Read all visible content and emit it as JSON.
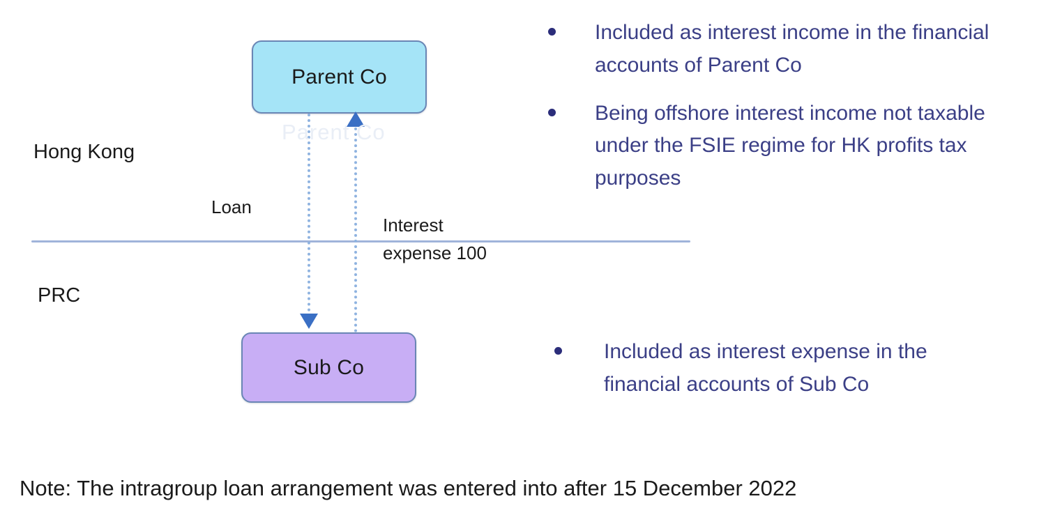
{
  "diagram": {
    "entities": [
      {
        "id": "parent",
        "label": "Parent Co",
        "fill": "#a5e4f7",
        "border": "#6a86b5"
      },
      {
        "id": "sub",
        "label": "Sub Co",
        "fill": "#c8aef5",
        "border": "#6a86b5"
      }
    ],
    "regions": [
      {
        "id": "hong-kong",
        "label": "Hong Kong"
      },
      {
        "id": "prc",
        "label": "PRC"
      }
    ],
    "flows": [
      {
        "id": "loan",
        "label": "Loan",
        "direction": "parent-to-sub",
        "color": "#3a6fc4"
      },
      {
        "id": "interest",
        "label_line1": "Interest",
        "label_line2": "expense 100",
        "direction": "sub-to-parent",
        "color": "#3a6fc4"
      }
    ],
    "divider_color": "#8ea6d4",
    "ghost_artifact": "Parent Co"
  },
  "bullets_top": [
    {
      "text": "Included as interest income in the financial accounts of Parent Co"
    },
    {
      "text": "Being offshore interest income not taxable under the FSIE regime for HK profits tax purposes"
    }
  ],
  "bullets_bottom": [
    {
      "text": "Included as interest expense in the financial accounts of Sub Co"
    }
  ],
  "footer": {
    "note": "Note: The intragroup loan arrangement was entered into after 15 December 2022"
  },
  "colors": {
    "bullet_text": "#3b3f86",
    "bullet_dot": "#2b2d7a",
    "parent_fill": "#a5e4f7",
    "sub_fill": "#c8aef5",
    "arrow": "#3a6fc4",
    "dotted_line": "#8fb3e0"
  }
}
